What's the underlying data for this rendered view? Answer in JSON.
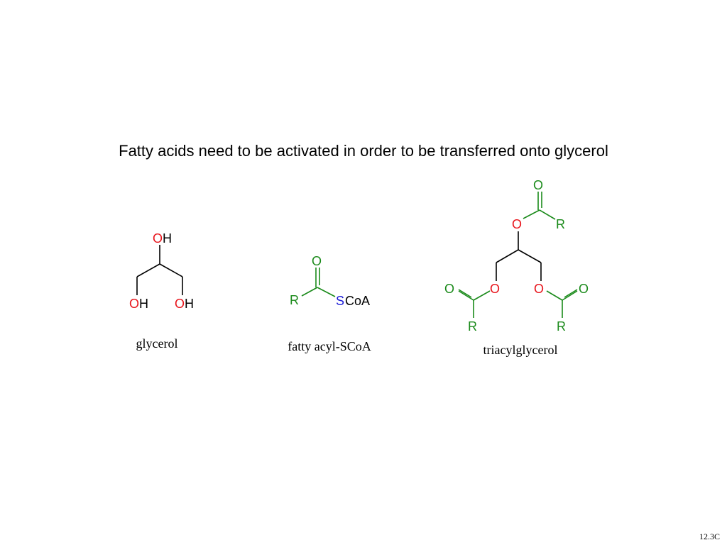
{
  "title": "Fatty acids need to be activated in order to be transferred onto glycerol",
  "slide_number": "12.3C",
  "colors": {
    "oxygen": "#e8141b",
    "sulfur": "#1a1ad6",
    "acyl_group": "#1a8a1a",
    "default": "#000000"
  },
  "atoms": {
    "O": "O",
    "H": "H",
    "R": "R",
    "S": "S",
    "CoA": "CoA"
  },
  "molecules": [
    {
      "id": "glycerol",
      "caption": "glycerol"
    },
    {
      "id": "fatty-acyl-scoa",
      "caption": "fatty acyl-SCoA"
    },
    {
      "id": "triacylglycerol",
      "caption": "triacylglycerol"
    }
  ]
}
